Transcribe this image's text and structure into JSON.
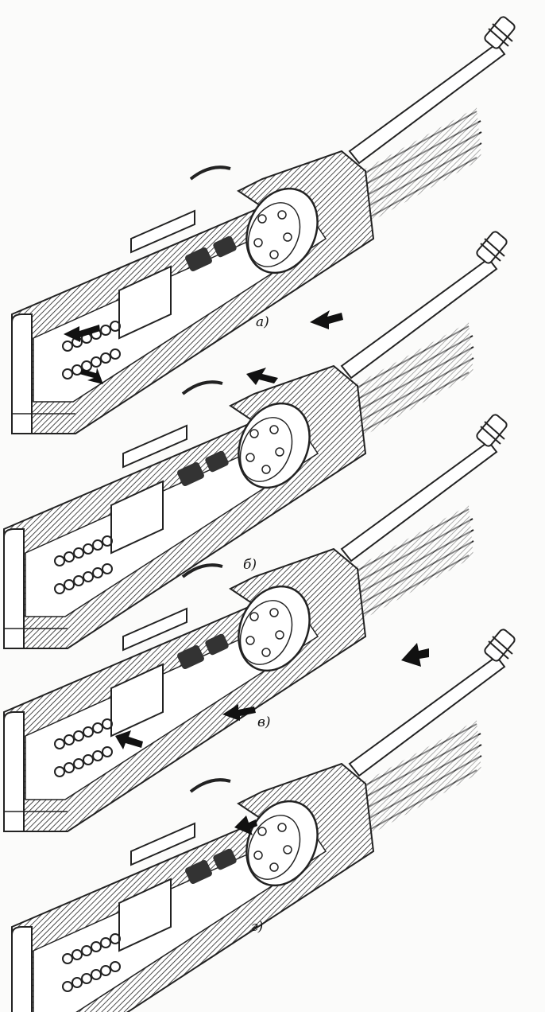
{
  "figure": {
    "panels": [
      {
        "label": "а)"
      },
      {
        "label": "б)"
      },
      {
        "label": "в)"
      },
      {
        "label": "г)"
      }
    ],
    "colors": {
      "ink": "#1a1a1a",
      "paper": "#fbfbfa"
    }
  }
}
